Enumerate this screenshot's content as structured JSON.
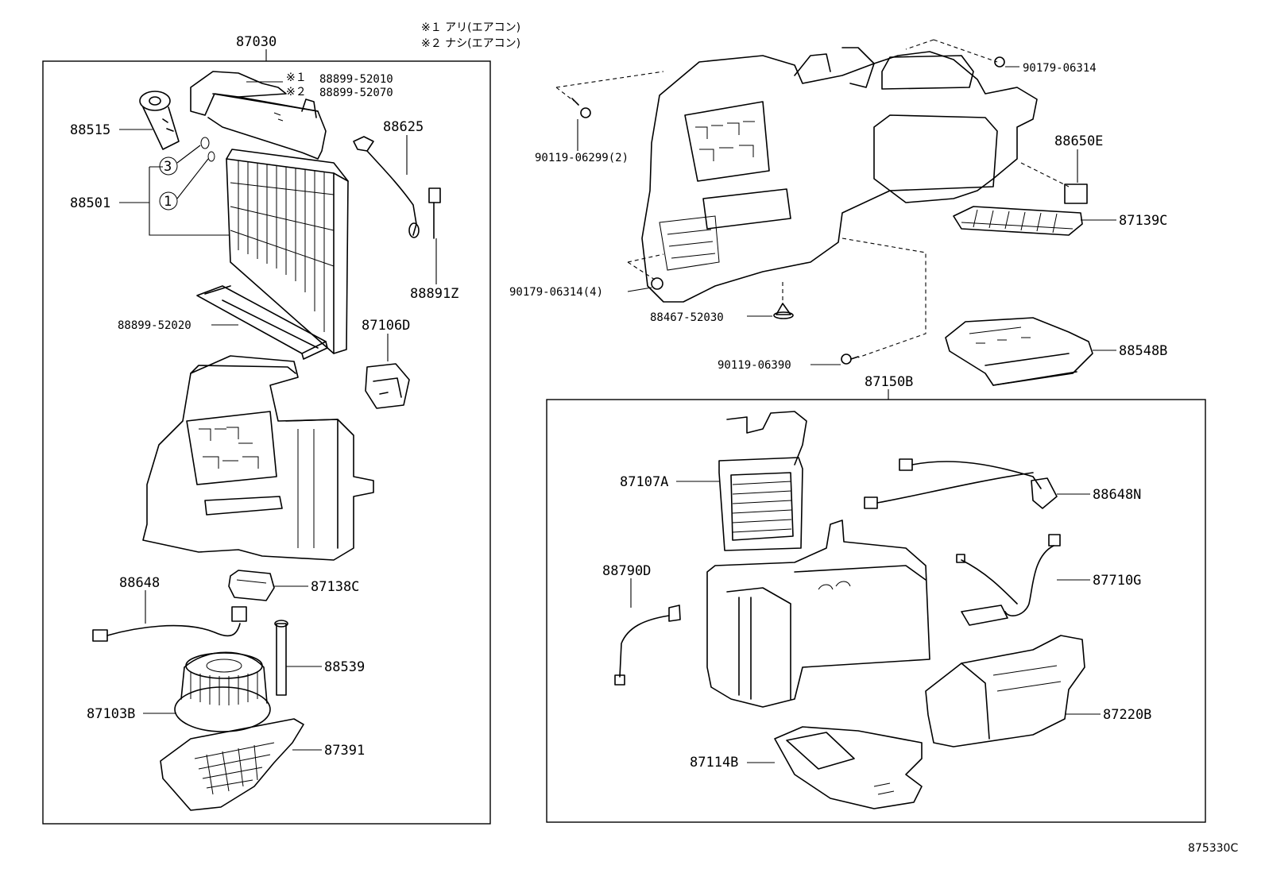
{
  "notes": {
    "note1": "※１ アリ(エアコン)",
    "note2": "※２ ナシ(エアコン)"
  },
  "group_left": {
    "label": "87030"
  },
  "group_right": {
    "label": "87150B"
  },
  "figure_id": "875330C",
  "parts": {
    "p88515": "88515",
    "p88501": "88501",
    "circ3": "3",
    "circ1": "1",
    "mark1": "※１",
    "mark2": "※２",
    "p88899_52010": "88899-52010",
    "p88899_52070": "88899-52070",
    "p88625": "88625",
    "p88891Z": "88891Z",
    "p88899_52020": "88899-52020",
    "p87106D": "87106D",
    "p88648": "88648",
    "p87138C": "87138C",
    "p88539": "88539",
    "p87103B": "87103B",
    "p87391": "87391",
    "p90179_06314": "90179-06314",
    "p90119_06299": "90119-06299(2)",
    "p88650E": "88650E",
    "p90179_06314_4": "90179-06314(4)",
    "p87139C": "87139C",
    "p88467_52030": "88467-52030",
    "p88548B": "88548B",
    "p90119_06390": "90119-06390",
    "p87107A": "87107A",
    "p88648N": "88648N",
    "p88790D": "88790D",
    "p87710G": "87710G",
    "p87220B": "87220B",
    "p87114B": "87114B"
  }
}
